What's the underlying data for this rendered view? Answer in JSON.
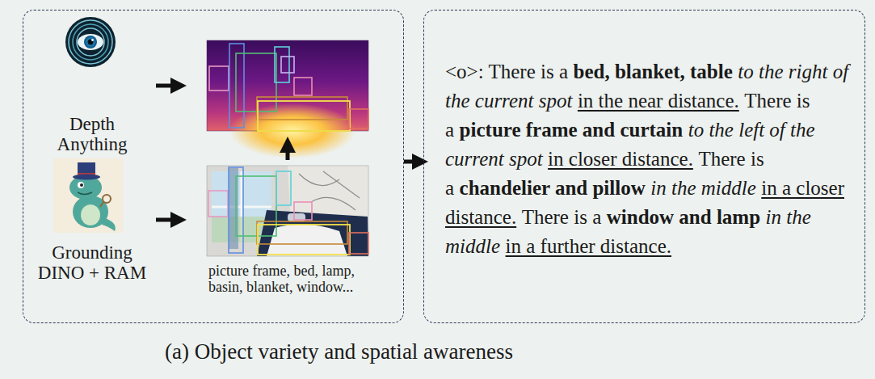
{
  "diagram": {
    "caption": "(a) Object variety and spatial awareness",
    "nodes": [
      {
        "text": [
          "Depth Anything",
          "Grounding DINO + RAM",
          "picture frame, bed, lamp, basin, blanket, window..."
        ]
      },
      {
        "text": [
          "<o>: There is a",
          "bed, blanket, table",
          "to the right of the current spot",
          "in the near distance.",
          "There is a",
          "picture frame and curtain",
          "to the left of the current spot",
          "in closer distance.",
          "There is a",
          "chandelier and pillow",
          "in the middle",
          "in a closer distance.",
          "There is a",
          "window and lamp",
          "in the middle",
          "in a further distance."
        ]
      }
    ],
    "edges": [
      {
        "from": 0,
        "to": 1,
        "arrow": "to"
      }
    ]
  }
}
